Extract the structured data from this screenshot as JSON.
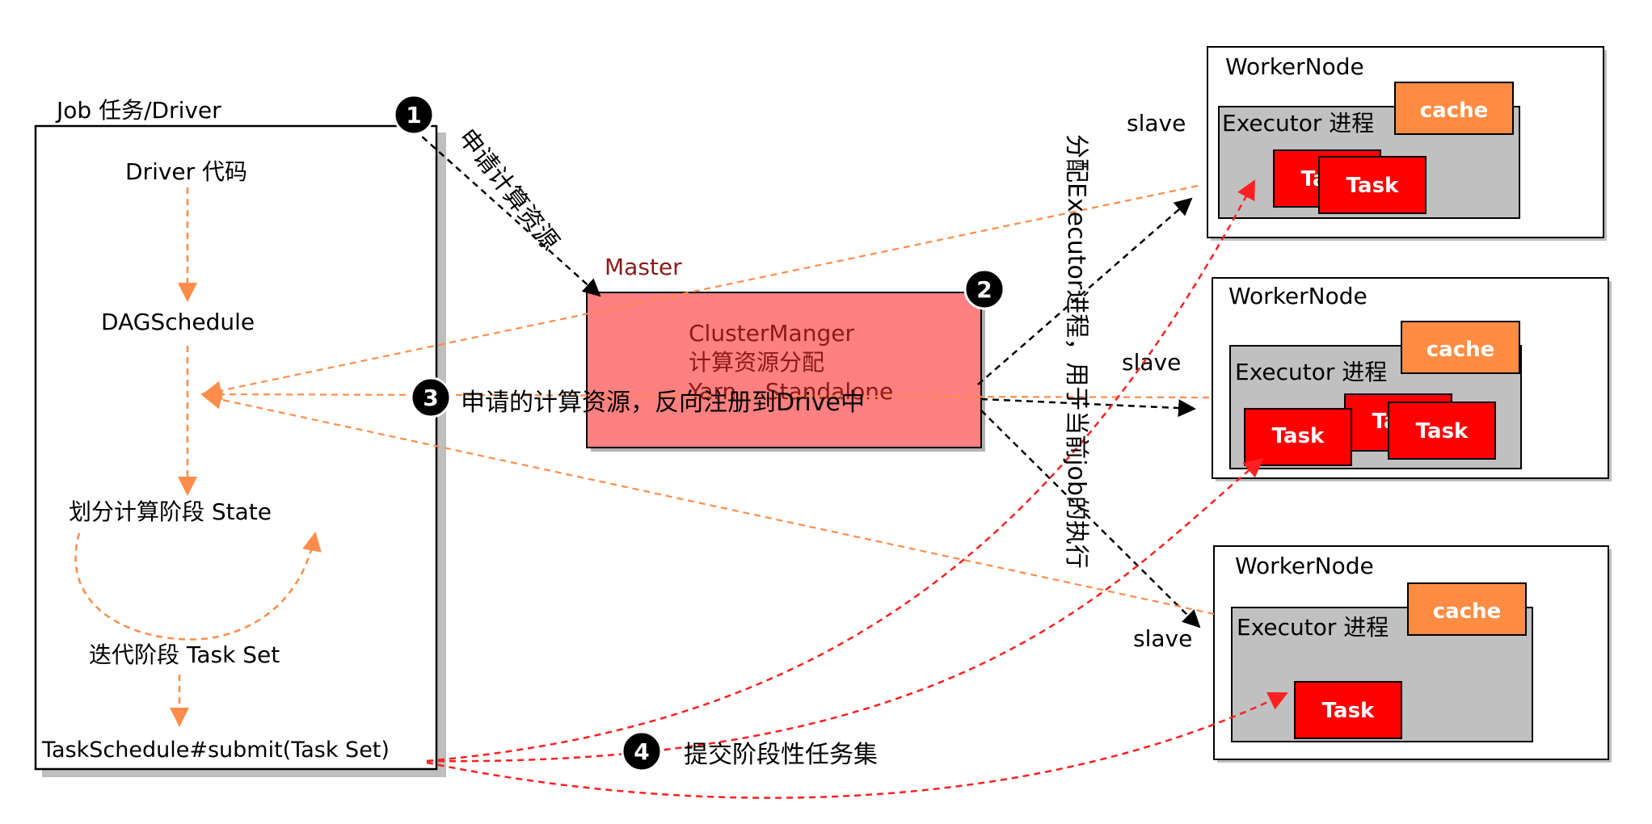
{
  "driver": {
    "title": "Job 任务/Driver",
    "driver_code": "Driver 代码",
    "dag_schedule": "DAGSchedule",
    "split_stage": "划分计算阶段 State",
    "iterate_stage": "迭代阶段  Task Set",
    "task_schedule": "TaskSchedule#submit(Task Set)"
  },
  "master": {
    "label": "Master",
    "line1": "ClusterManger",
    "line2": "计算资源分配",
    "line3": "Yarn    Standalone"
  },
  "steps": {
    "one": {
      "badge": "1",
      "text": "申请计算资源"
    },
    "two": {
      "badge": "2"
    },
    "three": {
      "badge": "3",
      "text": "申请的计算资源，反向注册到Drive中"
    },
    "four": {
      "badge": "4",
      "text": "提交阶段性任务集"
    }
  },
  "vertical_text": "分配Executor进程，用于当前job的执行",
  "workers": [
    {
      "title": "WorkerNode",
      "slave": "slave",
      "executor": "Executor 进程",
      "cache": "cache",
      "tasks": [
        "Task",
        "Task"
      ]
    },
    {
      "title": "WorkerNode",
      "slave": "slave",
      "executor": "Executor 进程",
      "cache": "cache",
      "tasks": [
        "Task",
        "Task",
        "Task"
      ]
    },
    {
      "title": "WorkerNode",
      "slave": "slave",
      "executor": "Executor 进程",
      "cache": "cache",
      "tasks": [
        "Task"
      ]
    }
  ],
  "colors": {
    "master_fill": "#ff8080",
    "master_label": "#8b1a1a",
    "orange": "#ff8c4a",
    "cache_fill": "#ff8c42",
    "task_fill": "#ff0000",
    "executor_fill": "#c0c0c0",
    "red_dash": "#ff2020"
  }
}
